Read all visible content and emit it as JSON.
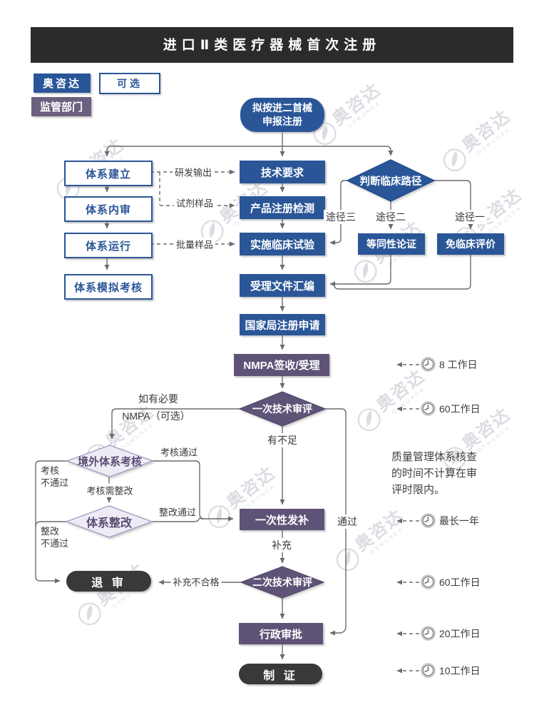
{
  "header": {
    "title": "进口Ⅱ类医疗器械首次注册"
  },
  "legend": {
    "osmunda": "奥咨达",
    "optional": "可选",
    "regulator": "监管部门"
  },
  "watermark": {
    "text": "奥咨达",
    "subtext": "OSMUNDA"
  },
  "colors": {
    "blue": "#2a5698",
    "purple": "#5e5377",
    "purple_light": "#eeebf5",
    "dark_pill": "#3b3838",
    "line": "#6b6b6b",
    "header_bg": "#2b2b2b"
  },
  "nodes": {
    "start_line1": "拟按进二首械",
    "start_line2": "申报注册",
    "sys_build": "体系建立",
    "sys_audit": "体系内审",
    "sys_run": "体系运行",
    "sys_mock": "体系模拟考核",
    "tech_req": "技术要求",
    "reg_test": "产品注册检测",
    "clin_trial": "实施临床试验",
    "dossier": "受理文件汇编",
    "nmpa_apply": "国家局注册申请",
    "nmpa_accept": "NMPA签收/受理",
    "review1": "一次技术审评",
    "clin_path": "判断临床路径",
    "equivalence": "等同性论证",
    "exempt": "免临床评价",
    "overseas_audit": "境外体系考核",
    "rectification": "体系整改",
    "supplement": "一次性发补",
    "review2": "二次技术审评",
    "reject": "退 审",
    "approval": "行政审批",
    "cert": "制 证"
  },
  "edge_labels": {
    "rd_output": "研发输出",
    "reagent_sample": "试剂样品",
    "batch_sample": "批量样品",
    "path3": "途径三",
    "path2": "途径二",
    "path1": "途径一",
    "insufficient": "有不足",
    "pass": "通过",
    "if_needed": "如有必要",
    "nmpa_optional": "NMPA（可选）",
    "audit_pass": "考核通过",
    "audit_fail": "考核\n不通过",
    "need_rectify": "考核需整改",
    "rectify_pass": "整改通过",
    "rectify_fail": "整改\n不通过",
    "supplement_more": "补充",
    "supplement_fail": "补充不合格"
  },
  "annotations": {
    "clocks": [
      "8 工作日",
      "60工作日",
      "最长一年",
      "60工作日",
      "20工作日",
      "10工作日"
    ],
    "note": "质量管理体系核查的时间不计算在审评时限内。"
  }
}
